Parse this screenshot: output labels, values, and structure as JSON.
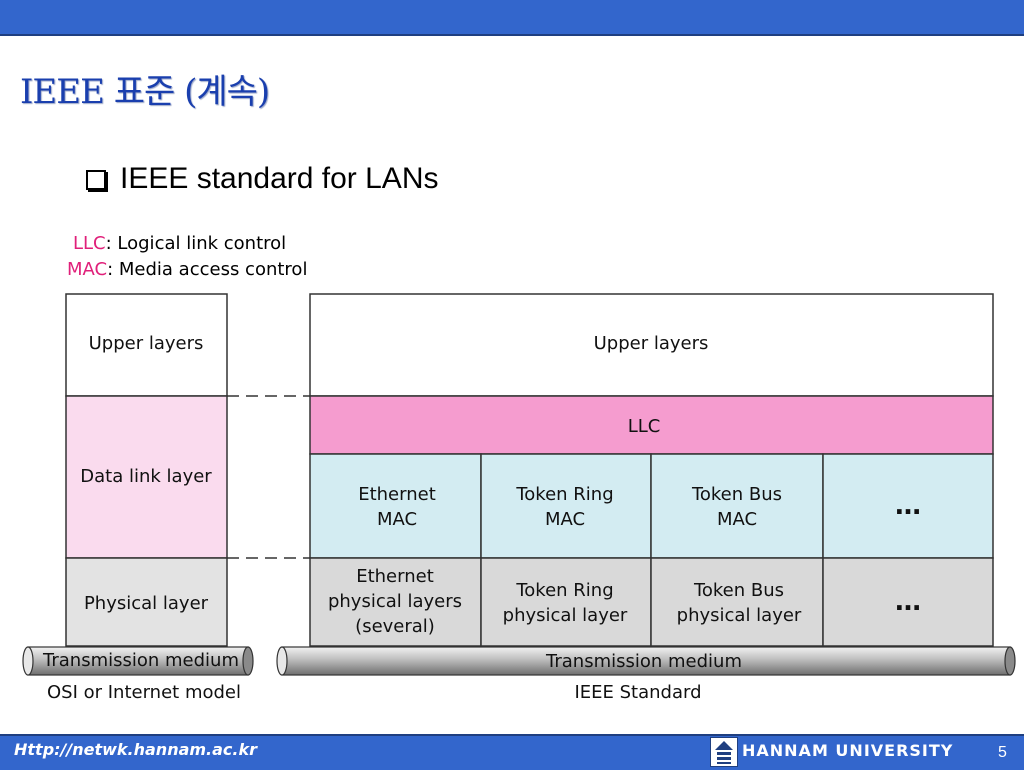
{
  "slide": {
    "title": "IEEE 표준 (계속)",
    "bullet": "IEEE standard for LANs",
    "page_number": "5"
  },
  "legend": {
    "llc_key": "LLC",
    "llc_desc": ": Logical link control",
    "mac_key": "MAC",
    "mac_desc": ": Media access control"
  },
  "osi_model": {
    "upper": "Upper layers",
    "data_link": "Data link layer",
    "physical": "Physical layer",
    "medium": "Transmission medium",
    "caption": "OSI or Internet model"
  },
  "ieee_standard": {
    "upper": "Upper layers",
    "llc": "LLC",
    "mac": [
      [
        "Ethernet",
        "MAC"
      ],
      [
        "Token Ring",
        "MAC"
      ],
      [
        "Token Bus",
        "MAC"
      ],
      [
        "…"
      ]
    ],
    "physical": [
      [
        "Ethernet",
        "physical layers",
        "(several)"
      ],
      [
        "Token Ring",
        "physical layer"
      ],
      [
        "Token Bus",
        "physical layer"
      ],
      [
        "…"
      ]
    ],
    "medium": "Transmission medium",
    "caption": "IEEE Standard"
  },
  "footer": {
    "url": "Http://netwk.hannam.ac.kr",
    "university": "HANNAM UNIVERSITY"
  },
  "colors": {
    "header_blue": "#3366cc",
    "title_blue": "#1a3fae",
    "llc_pink": "#f59ccf",
    "data_link_pink": "#fadbee",
    "mac_blue": "#d3ecf2",
    "physical_gray": "#d9d9d9",
    "key_magenta": "#e0207a"
  }
}
